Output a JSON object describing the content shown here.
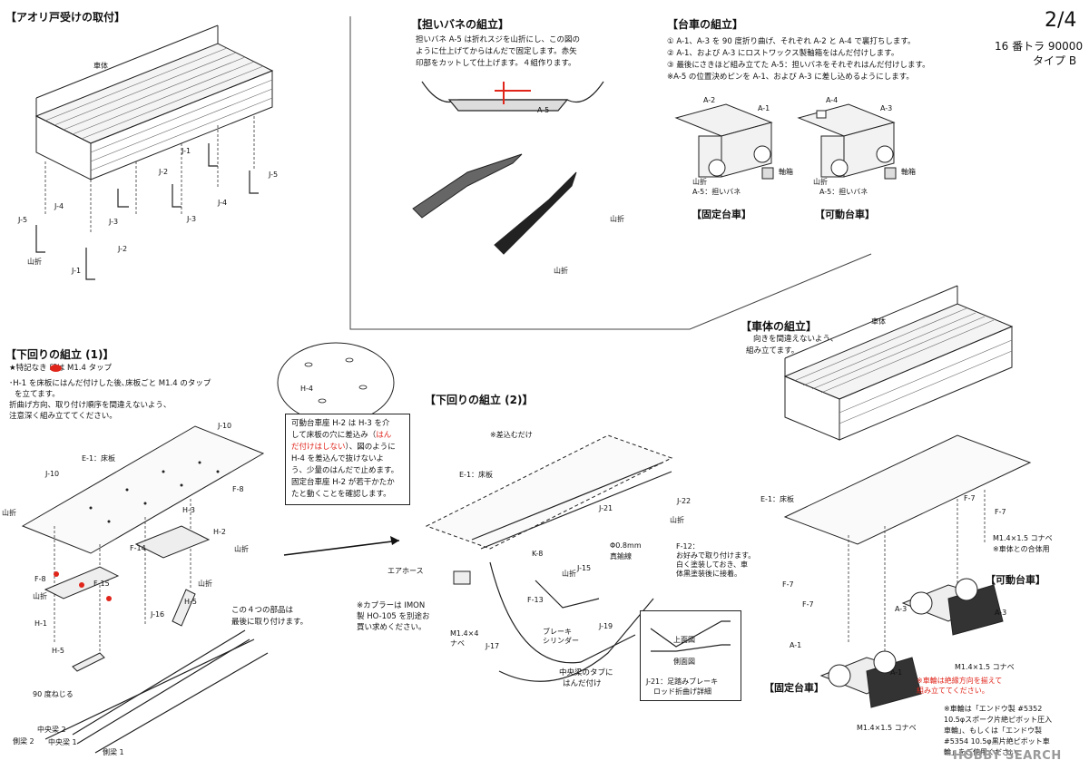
{
  "header": {
    "page": "2/4",
    "model": "16 番トラ 90000",
    "type": "タイプ B"
  },
  "aori": {
    "title": "【アオリ戸受けの取付】",
    "body_label": "車体",
    "parts": [
      "J-5",
      "J-4",
      "J-3",
      "J-2",
      "J-1",
      "J-1",
      "J-2",
      "J-3",
      "J-4",
      "J-5"
    ],
    "fold": "山折"
  },
  "spring": {
    "title": "【担いバネの組立】",
    "lines": [
      "担いバネ A-5 は折れスジを山折にし、この図の",
      "ように仕上げてからはんだで固定します。赤矢",
      "印部をカットして仕上げます。４組作ります。"
    ],
    "part": "A-5",
    "fold": "山折"
  },
  "bogie": {
    "title": "【台車の組立】",
    "lines": [
      "① A-1、A-3 を 90 度折り曲げ、それぞれ A-2 と A-4 で裏打ちします。",
      "② A-1、および A-3 にロストワックス製軸箱をはんだ付けします。",
      "③ 最後にさきほど組み立てた A-5：担いバネをそれぞれはんだ付けします。",
      "※A-5 の位置決めピンを A-1、および A-3 に差し込めるようにします。"
    ],
    "fixed": {
      "parts": [
        "A-2",
        "A-1"
      ],
      "axle_box": "軸箱",
      "fold": "山折",
      "spring": "A-5：担いバネ",
      "caption": "【固定台車】"
    },
    "movable": {
      "parts": [
        "A-4",
        "A-3"
      ],
      "axle_box": "軸箱",
      "fold": "山折",
      "spring": "A-5：担いバネ",
      "caption": "【可動台車】"
    }
  },
  "under1": {
    "title": "【下回りの組立 (1)】",
    "lines": [
      "★特記なき  印は M1.4 タップ",
      "･H-1 を床板にはんだ付けした後､床板ごと M1.4 のタップ",
      "を立てます。",
      "  折曲げ方向、取り付け順序を間違えないよう、",
      "注意深く組み立ててください。"
    ],
    "floor": "E-1：床板",
    "parts": [
      "J-10",
      "J-10",
      "F-8",
      "H-3",
      "H-2",
      "F-14",
      "F-15",
      "F-8",
      "H-1",
      "H-5",
      "H-5",
      "J-16",
      "H-4"
    ],
    "fold": "山折",
    "twist": "90 度ねじる",
    "beams": [
      "中央梁 2",
      "中央梁 1",
      "側梁 2",
      "側梁 1"
    ],
    "note4_1": "この４つの部品は",
    "note4_2": "最後に取り付けます。",
    "callout": [
      "可動台車座 H-2 は H-3 を介",
      "して床板の穴に差込み（",
      "はん",
      "だ付けはしない",
      "）、図のように",
      "H-4 を差込んで抜けないよ",
      "う、少量のはんだで止めます。",
      "固定台車座 H-2 が若干かたか",
      "たと動くことを確認します。"
    ]
  },
  "under2": {
    "title": "【下回りの組立 (2)】",
    "insert": "※差込むだけ",
    "floor": "E-1：床板",
    "parts": [
      "J-22",
      "J-21",
      "K-8",
      "J-15",
      "F-13",
      "J-17",
      "J-19",
      "F-12："
    ],
    "air_hose": "エアホース",
    "wire": "Φ0.8mm",
    "wire2": "真鍮線",
    "fold": "山折",
    "coupler": [
      "※カプラーは IMON",
      "製 HO-105 を別途お",
      "買い求めください。"
    ],
    "screw": "M1.4×4",
    "screw2": "ナベ",
    "brake": "ブレーキ",
    "brake2": "シリンダー",
    "center_tab": "中央梁のタブに",
    "center_tab2": "はんだ付け",
    "f12": [
      "お好みで取り付けます。",
      "白く塗装しておき、車",
      "体黒塗装後に接着。"
    ],
    "inset_top": "上面図",
    "inset_side": "側面図",
    "inset_cap1": "J-21：足踏みブレーキ",
    "inset_cap2": "ロッド折曲げ詳細"
  },
  "body": {
    "title": "【車体の組立】",
    "lines": [
      "向きを間違えないよう、",
      "組み立てます。"
    ],
    "body_label": "車体",
    "floor": "E-1：床板",
    "parts": [
      "F-7",
      "F-7",
      "F-7",
      "F-7",
      "A-3",
      "A-3",
      "A-1",
      "A-1"
    ],
    "screw_top": "M1.4×1.5 コナベ",
    "screw_top_note": "※車体との合体用",
    "movable": "【可動台車】",
    "fixed": "【固定台車】",
    "screw_mid": "M1.4×1.5 コナベ",
    "screw_bot": "M1.4×1.5 コナベ",
    "red_note": [
      "※車輪は絶縁方向を揃えて",
      "組み立ててください。"
    ],
    "wheel_note": [
      "※車輪は「エンドウ製 #5352",
      "10.5φスポーク片絶ピボット圧入",
      "車輪」、もしくは「エンドウ製",
      "#5354 10.5φ黒片絶ピボット車",
      "輪」をご使用ください。"
    ]
  },
  "watermark": "HOBBY SEARCH"
}
